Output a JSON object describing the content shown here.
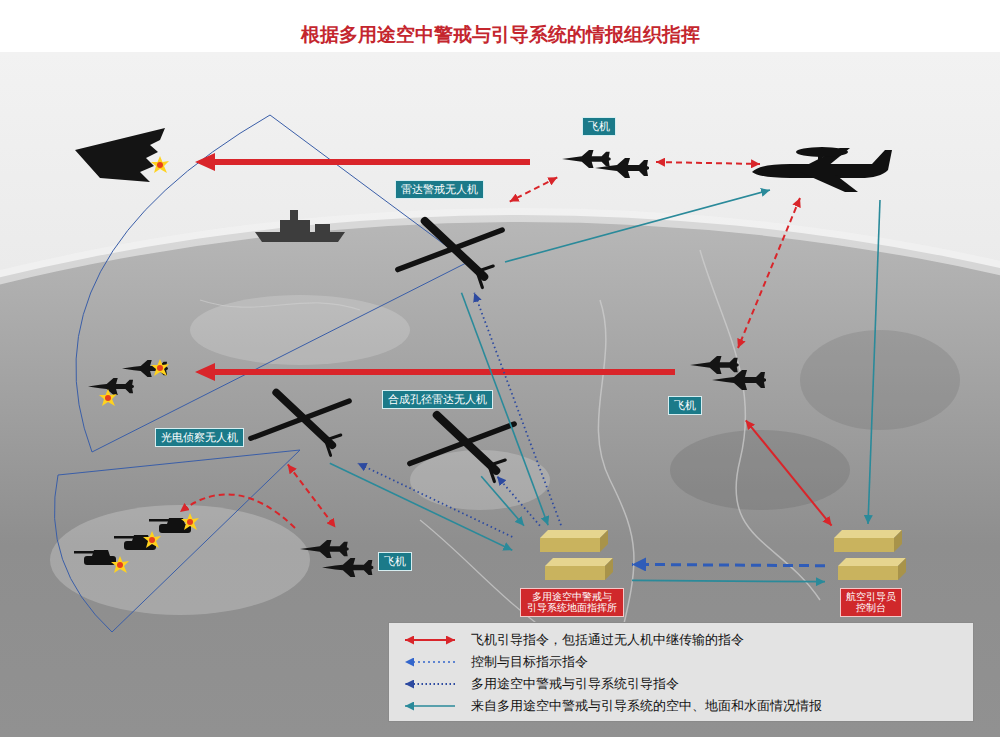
{
  "diagram": {
    "title": "根据多用途空中警戒与引导系统的情报组织指挥",
    "nodes": [
      {
        "text": [
          "飞机"
        ]
      },
      {
        "text": [
          "雷达警戒无人机"
        ]
      },
      {
        "text": [
          "飞机"
        ]
      },
      {
        "text": [
          "合成孔径雷达无人机"
        ]
      },
      {
        "text": [
          "光电侦察无人机"
        ]
      },
      {
        "text": [
          "飞机"
        ]
      },
      {
        "text": [
          "多用途空中警戒与 引导系统地面指挥所"
        ]
      },
      {
        "text": [
          "航空引导员 控制台"
        ]
      }
    ],
    "edges": [
      {
        "from": 0,
        "to": 1,
        "arrow": "both"
      },
      {
        "from": 1,
        "to": 6,
        "arrow": "to"
      },
      {
        "from": 6,
        "to": 1,
        "arrow": "to"
      },
      {
        "from": 4,
        "to": 5,
        "arrow": "both"
      },
      {
        "from": 4,
        "to": 6,
        "arrow": "to"
      },
      {
        "from": 6,
        "to": 4,
        "arrow": "to"
      },
      {
        "from": 3,
        "to": 6,
        "arrow": "to"
      },
      {
        "from": 6,
        "to": 3,
        "arrow": "to"
      },
      {
        "from": 2,
        "to": 7,
        "arrow": "both"
      },
      {
        "from": 7,
        "to": 6,
        "arrow": "to"
      },
      {
        "from": 6,
        "to": 7,
        "arrow": "to"
      }
    ],
    "legend": [
      {
        "text": "飞机引导指令，包括通过无人机中继传输的指令"
      },
      {
        "text": "控制与目标指示指令"
      },
      {
        "text": "多用途空中警戒与引导系统引导指令"
      },
      {
        "text": "来自多用途空中警戒与引导系统的空中、地面和水面情况情报"
      }
    ]
  }
}
